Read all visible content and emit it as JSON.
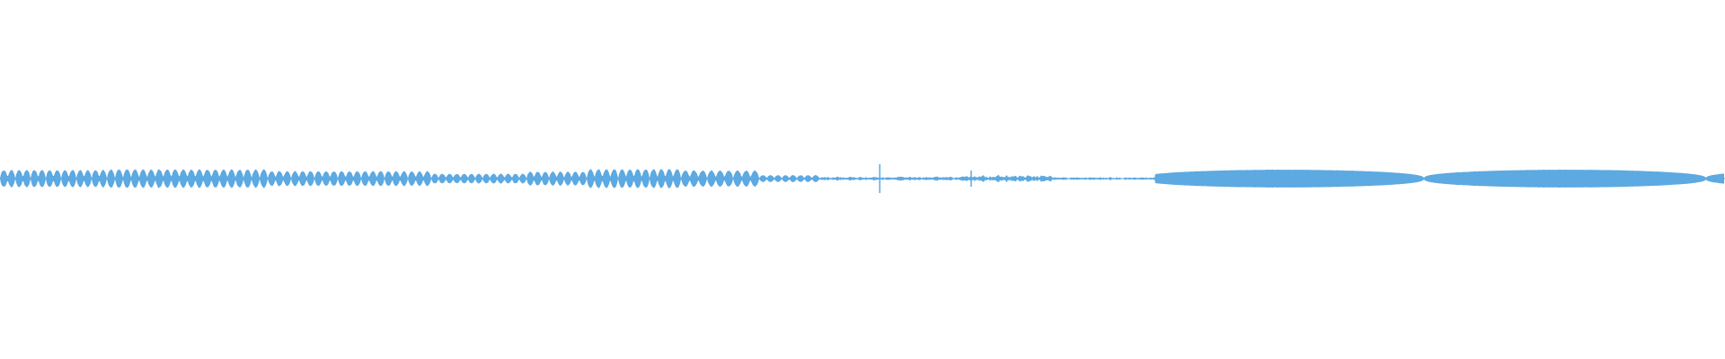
{
  "waveform": {
    "color": "#5DA9E1",
    "background": "#FFFFFF",
    "channels": 1,
    "segments": [
      {
        "kind": "pulse-train",
        "start_fraction": 0.0,
        "end_fraction": 0.062,
        "pulse_count": 14,
        "amplitude": 0.5
      },
      {
        "kind": "pulse-train",
        "start_fraction": 0.062,
        "end_fraction": 0.155,
        "pulse_count": 20,
        "amplitude": 0.53
      },
      {
        "kind": "pulse-train",
        "start_fraction": 0.155,
        "end_fraction": 0.25,
        "pulse_count": 21,
        "amplitude": 0.43
      },
      {
        "kind": "pulse-train",
        "start_fraction": 0.25,
        "end_fraction": 0.305,
        "pulse_count": 13,
        "amplitude": 0.28
      },
      {
        "kind": "pulse-train",
        "start_fraction": 0.305,
        "end_fraction": 0.34,
        "pulse_count": 8,
        "amplitude": 0.4
      },
      {
        "kind": "pulse-train",
        "start_fraction": 0.34,
        "end_fraction": 0.395,
        "pulse_count": 12,
        "amplitude": 0.55
      },
      {
        "kind": "pulse-train",
        "start_fraction": 0.395,
        "end_fraction": 0.44,
        "pulse_count": 9,
        "amplitude": 0.47
      },
      {
        "kind": "pulse-train",
        "start_fraction": 0.44,
        "end_fraction": 0.475,
        "pulse_count": 8,
        "amplitude": 0.2
      },
      {
        "kind": "noise",
        "start_fraction": 0.475,
        "end_fraction": 0.56,
        "amplitude": 0.12
      },
      {
        "kind": "noise",
        "start_fraction": 0.56,
        "end_fraction": 0.61,
        "amplitude": 0.2
      },
      {
        "kind": "noise",
        "start_fraction": 0.61,
        "end_fraction": 0.67,
        "amplitude": 0.09
      },
      {
        "kind": "tone",
        "start_fraction": 0.67,
        "end_fraction": 1.0,
        "amplitude": 0.5
      }
    ],
    "spikes": [
      {
        "position_fraction": 0.51,
        "amplitude": 0.8
      },
      {
        "position_fraction": 0.563,
        "amplitude": 0.45
      }
    ]
  }
}
